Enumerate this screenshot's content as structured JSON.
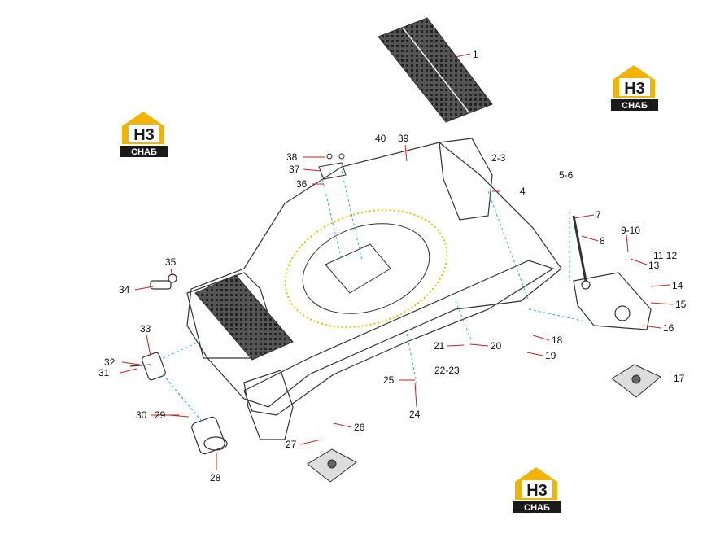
{
  "diagram": {
    "callouts": [
      {
        "id": "1",
        "label": "1"
      },
      {
        "id": "2-3",
        "label": "2-3"
      },
      {
        "id": "4",
        "label": "4"
      },
      {
        "id": "5-6",
        "label": "5-6"
      },
      {
        "id": "7",
        "label": "7"
      },
      {
        "id": "8",
        "label": "8"
      },
      {
        "id": "9-10",
        "label": "9-10"
      },
      {
        "id": "11-12",
        "label": "11 12"
      },
      {
        "id": "13",
        "label": "13"
      },
      {
        "id": "14",
        "label": "14"
      },
      {
        "id": "15",
        "label": "15"
      },
      {
        "id": "16",
        "label": "16"
      },
      {
        "id": "17",
        "label": "17"
      },
      {
        "id": "18",
        "label": "18"
      },
      {
        "id": "19",
        "label": "19"
      },
      {
        "id": "20",
        "label": "20"
      },
      {
        "id": "21",
        "label": "21"
      },
      {
        "id": "22-23",
        "label": "22-23"
      },
      {
        "id": "24",
        "label": "24"
      },
      {
        "id": "25",
        "label": "25"
      },
      {
        "id": "26",
        "label": "26"
      },
      {
        "id": "27",
        "label": "27"
      },
      {
        "id": "28",
        "label": "28"
      },
      {
        "id": "29",
        "label": "29"
      },
      {
        "id": "30",
        "label": "30"
      },
      {
        "id": "31",
        "label": "31"
      },
      {
        "id": "32",
        "label": "32"
      },
      {
        "id": "33",
        "label": "33"
      },
      {
        "id": "34",
        "label": "34"
      },
      {
        "id": "35",
        "label": "35"
      },
      {
        "id": "36",
        "label": "36"
      },
      {
        "id": "37",
        "label": "37"
      },
      {
        "id": "38",
        "label": "38"
      },
      {
        "id": "39",
        "label": "39"
      },
      {
        "id": "40",
        "label": "40"
      }
    ]
  },
  "watermark": {
    "logo_mark": "H3",
    "logo_text": "СНАБ",
    "color_yellow": "#f2b400",
    "color_dark": "#1a1a1a"
  },
  "colors": {
    "leader": "#cc1f1f",
    "assembly": "#2ab3c7",
    "bearing": "#d9c800",
    "line": "#333333"
  }
}
